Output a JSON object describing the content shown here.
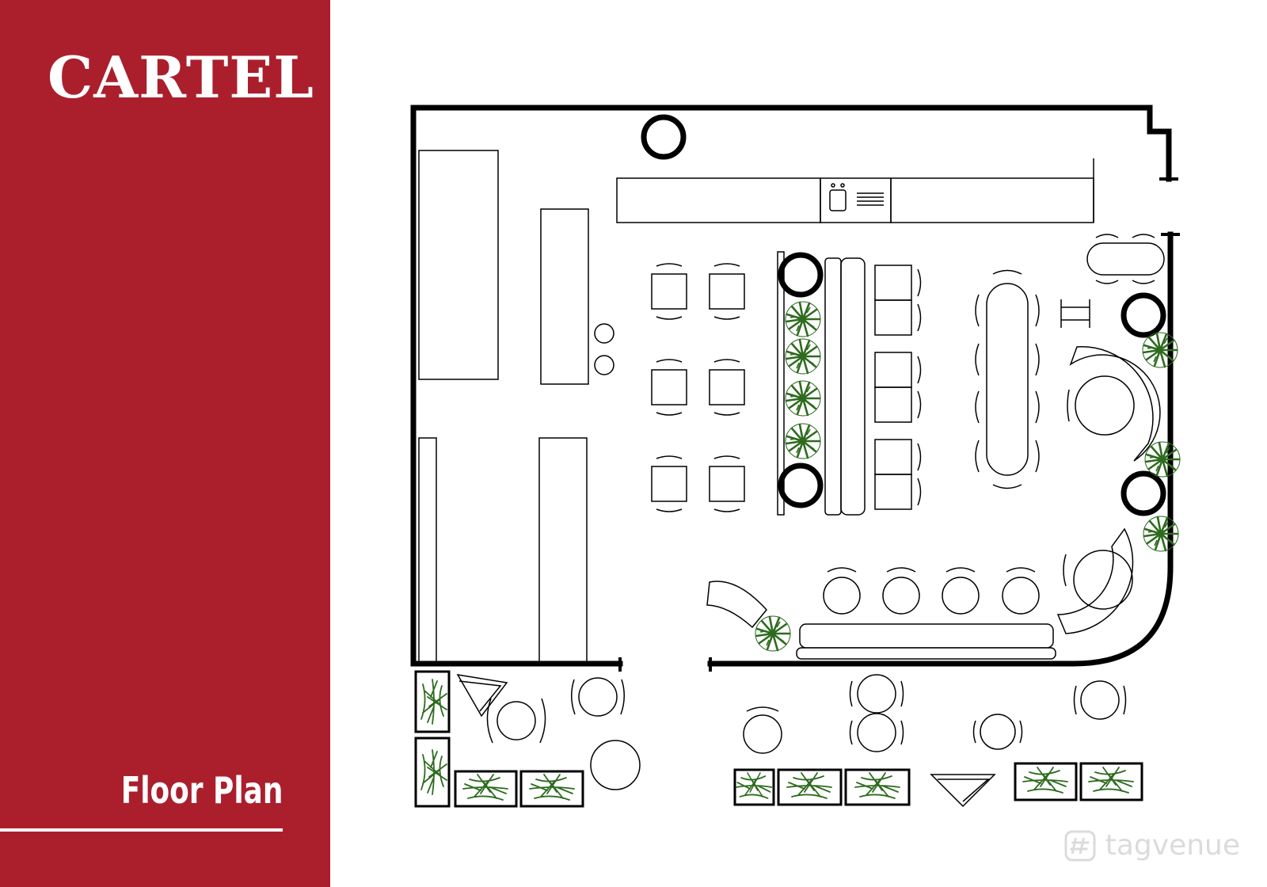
{
  "brand": {
    "name": "CARTEL",
    "subtitle": "Floor Plan",
    "sidebar_color": "#ab1f2d",
    "text_color": "#ffffff"
  },
  "plan": {
    "wall_color": "#000000",
    "furniture_stroke": "#000000",
    "plant_color": "#2e6b1f"
  },
  "watermark": {
    "text": "tagvenue",
    "icon": "tagvenue-logo-icon"
  }
}
